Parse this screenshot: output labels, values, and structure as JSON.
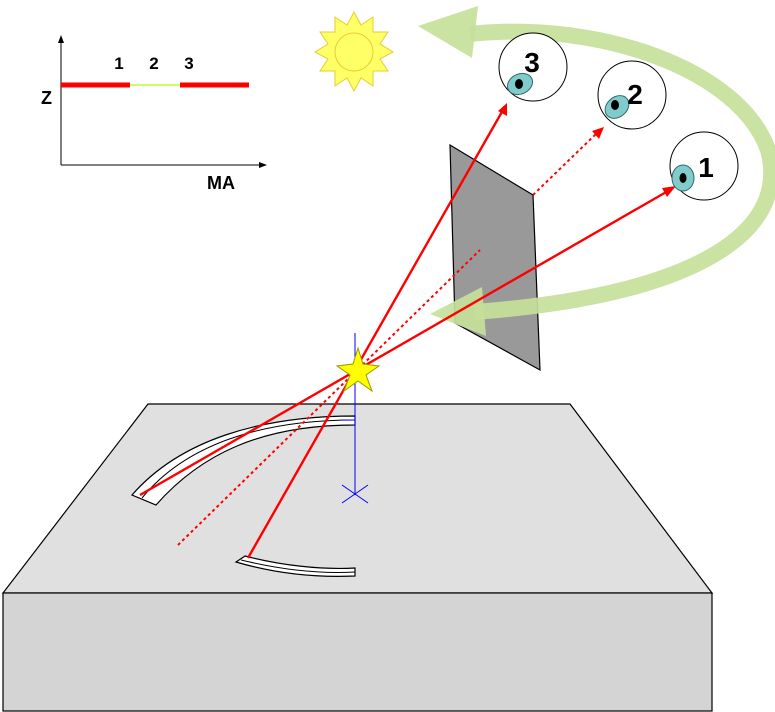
{
  "inset_plot": {
    "y_axis_label": "Z",
    "x_axis_label": "MA",
    "segment_labels": [
      "1",
      "2",
      "3"
    ],
    "segment_colors": {
      "visible": "#ff0000",
      "hidden": "#ccff66"
    }
  },
  "viewpoints": [
    {
      "label": "1"
    },
    {
      "label": "2"
    },
    {
      "label": "3"
    }
  ],
  "colors": {
    "ray": "#ff0000",
    "orbit_arrow": "#c6e09a",
    "sun": "#ffff66",
    "star": "#ffff00",
    "occluder": "#999999",
    "block_top": "#e0e0e0",
    "block_side": "#d4d4d4",
    "eye_iris": "#80cccc",
    "marker": "#0000ff"
  },
  "icons": {
    "sun": "sun-icon",
    "star": "star-icon",
    "eye": "eyeball-icon"
  }
}
